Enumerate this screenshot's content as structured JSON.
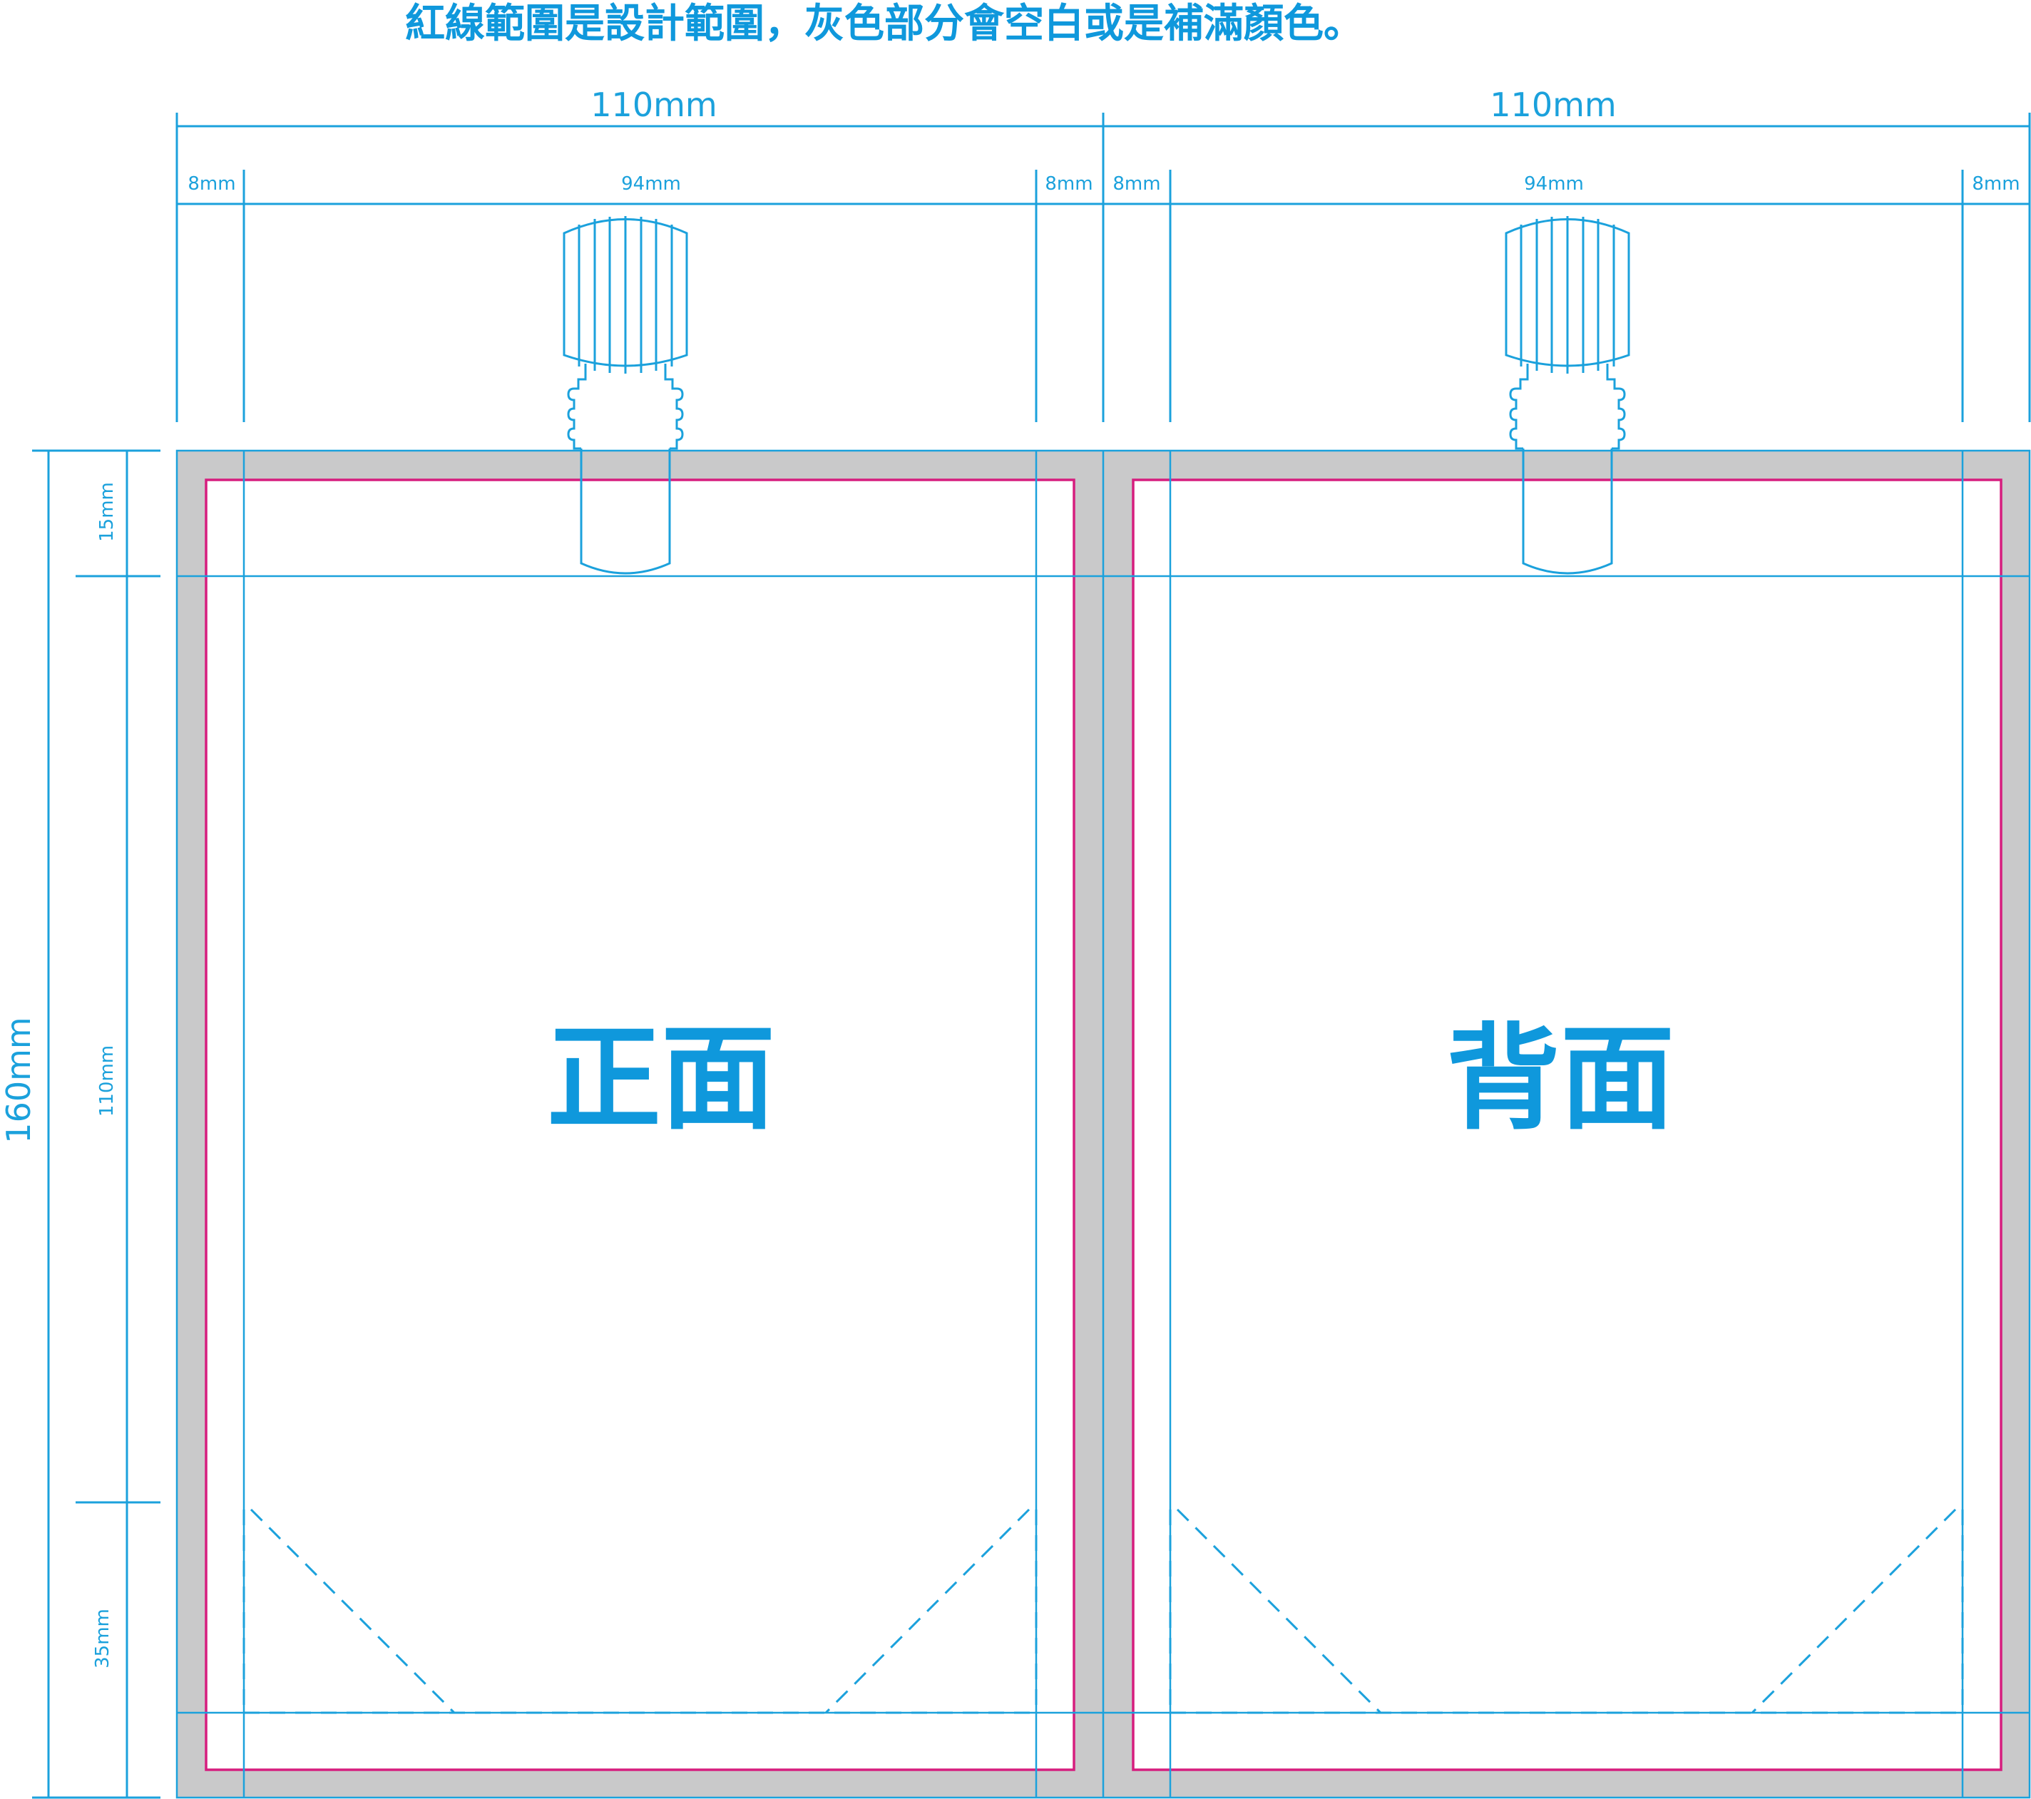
{
  "header": {
    "note": "紅線範圍是設計範圍，灰色部分會空白或是補滿顏色。"
  },
  "dimensions": {
    "panel_width": "110mm",
    "side_margin": "8mm",
    "inner_width": "94mm",
    "total_height": "160mm",
    "top_seal": "15mm",
    "body_height": "110mm",
    "bottom_gusset": "35mm"
  },
  "panels": [
    {
      "label": "正面"
    },
    {
      "label": "背面"
    }
  ],
  "colors": {
    "guide_blue": "#1ba1dc",
    "label_blue": "#0f98dc",
    "design_line": "#d61d7e",
    "bleed_gray": "#c9c9ca"
  }
}
